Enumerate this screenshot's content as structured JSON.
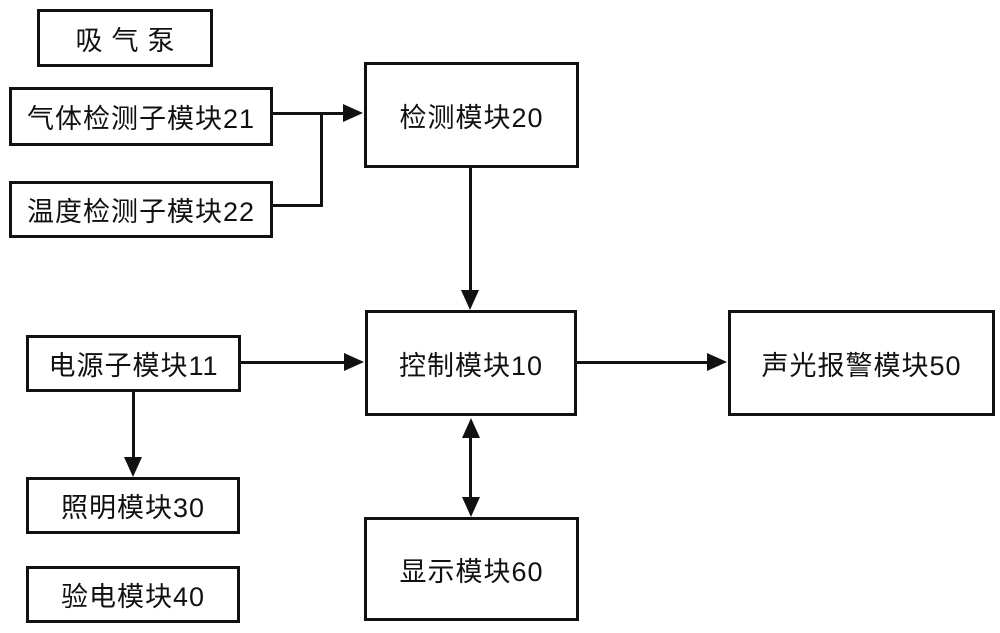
{
  "colors": {
    "ink": "#111111",
    "background": "#ffffff"
  },
  "nodes": {
    "suction_pump": {
      "label": "吸气泵"
    },
    "gas_detection_submodule": {
      "label": "气体检测子模块21"
    },
    "temperature_detection_submodule": {
      "label": "温度检测子模块22"
    },
    "detection_module": {
      "label": "检测模块20"
    },
    "control_module": {
      "label": "控制模块10"
    },
    "sound_light_alarm_module": {
      "label": "声光报警模块50"
    },
    "power_submodule": {
      "label": "电源子模块11"
    },
    "lighting_module": {
      "label": "照明模块30"
    },
    "electricity_check_module": {
      "label": "验电模块40"
    },
    "display_module": {
      "label": "显示模块60"
    }
  },
  "connections": [
    {
      "from": "气体检测子模块21",
      "to": "检测模块20",
      "style": "arrow"
    },
    {
      "from": "温度检测子模块22",
      "to": "检测模块20",
      "style": "arrow"
    },
    {
      "from": "检测模块20",
      "to": "控制模块10",
      "style": "arrow"
    },
    {
      "from": "电源子模块11",
      "to": "控制模块10",
      "style": "arrow"
    },
    {
      "from": "控制模块10",
      "to": "声光报警模块50",
      "style": "arrow"
    },
    {
      "from": "电源子模块11",
      "to": "照明模块30",
      "style": "arrow"
    },
    {
      "from": "控制模块10",
      "to": "显示模块60",
      "style": "double-arrow"
    }
  ]
}
